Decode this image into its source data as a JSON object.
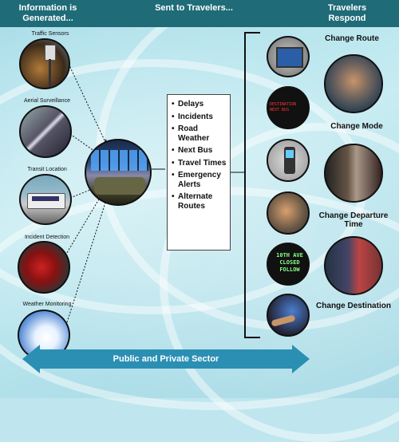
{
  "header": {
    "col1": "Information is Generated...",
    "col2": "Sent to Travelers...",
    "col3": "Travelers Respond"
  },
  "sources": [
    {
      "label": "Traffic Sensors",
      "icon": "traffic-sensor-photo"
    },
    {
      "label": "Aerial Surveillance",
      "icon": "aerial-highway-photo"
    },
    {
      "label": "Transit Location",
      "icon": "bus-photo"
    },
    {
      "label": "Incident Detection",
      "icon": "crashed-car-photo"
    },
    {
      "label": "Weather Monitoring",
      "icon": "clouds-photo"
    }
  ],
  "hub_icon": "traffic-control-center-photo",
  "messages": [
    "Delays",
    "Incidents",
    "Road Weather",
    "Next Bus",
    "Travel Times",
    "Emergency Alerts",
    "Alternate Routes"
  ],
  "response_icons": [
    "computer-monitor-photo",
    "bus-sign-photo",
    "gps-device-photo",
    "phone-call-photo",
    "message-sign-photo",
    "car-gps-photo"
  ],
  "responses": [
    {
      "label": "Change Route",
      "icon": "driver-photo"
    },
    {
      "label": "Change Mode",
      "icon": "train-passenger-photo"
    },
    {
      "label": "Change Departure Time",
      "icon": "people-waiting-photo"
    },
    {
      "label": "Change Destination",
      "icon": ""
    }
  ],
  "sign_text": [
    "10TH AVE",
    "CLOSED",
    "FOLLOW"
  ],
  "bus_sign_text": [
    "DESTINATION",
    "NEXT BUS"
  ],
  "footer": "Public and Private Sector",
  "colors": {
    "header": "#1f6b78",
    "arrow": "#2a8fb3",
    "background": "#bfe6ee"
  }
}
